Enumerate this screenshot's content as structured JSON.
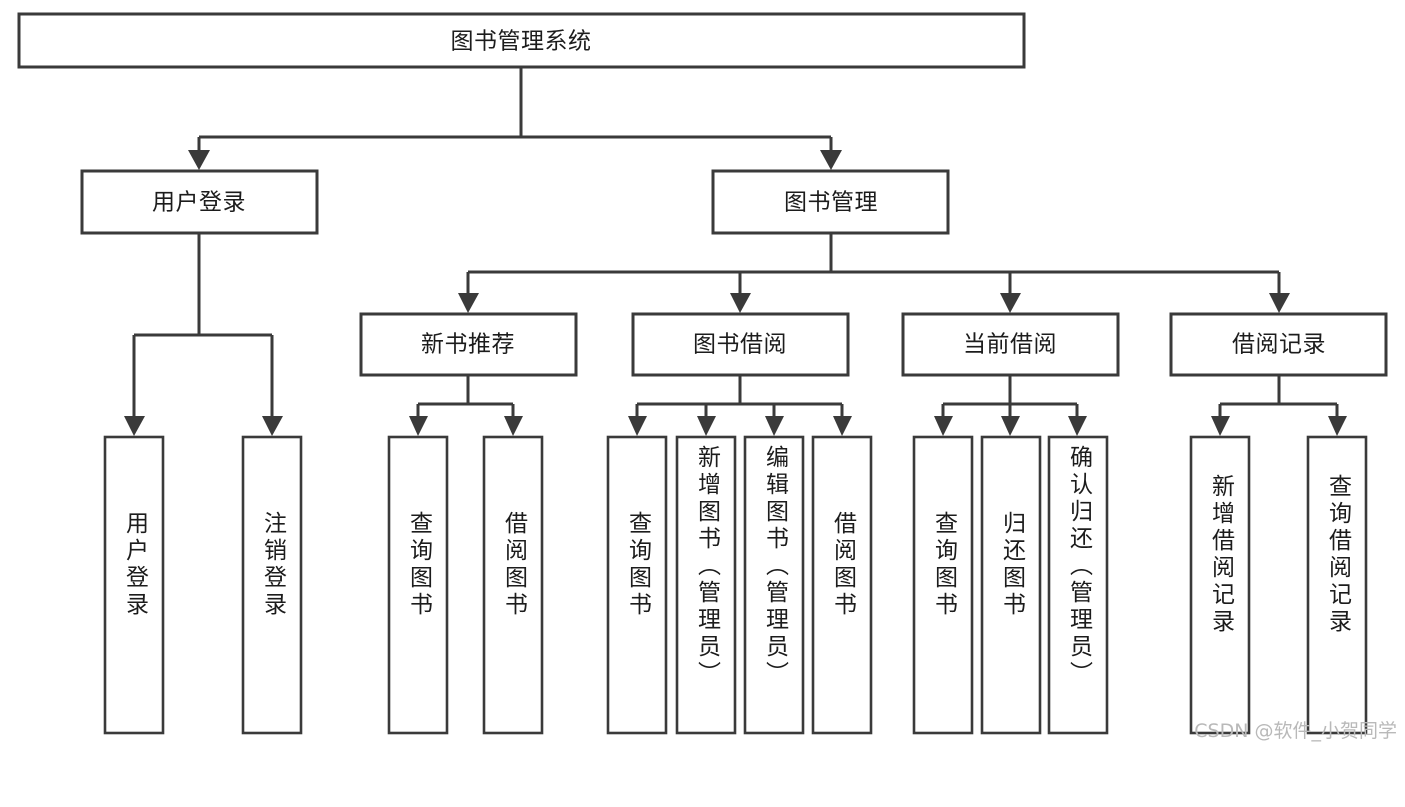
{
  "diagram": {
    "type": "tree",
    "title": "图书管理系统",
    "watermark": "CSDN @软件_小贺同学",
    "nodes": {
      "root": {
        "label": "图书管理系统",
        "level": 1
      },
      "l2": [
        {
          "id": "user-login",
          "label": "用户登录"
        },
        {
          "id": "book-manage",
          "label": "图书管理"
        }
      ],
      "l3": [
        {
          "id": "new-book-rec",
          "label": "新书推荐",
          "parent": "book-manage"
        },
        {
          "id": "book-borrow",
          "label": "图书借阅",
          "parent": "book-manage"
        },
        {
          "id": "current-borrow",
          "label": "当前借阅",
          "parent": "book-manage"
        },
        {
          "id": "borrow-record",
          "label": "借阅记录",
          "parent": "book-manage"
        }
      ],
      "leaves": [
        {
          "id": "leaf-user-login",
          "label": "用户登录",
          "parent": "user-login"
        },
        {
          "id": "leaf-user-logout",
          "label": "注销登录",
          "parent": "user-login"
        },
        {
          "id": "leaf-query-book-1",
          "label": "查询图书",
          "parent": "new-book-rec"
        },
        {
          "id": "leaf-borrow-book-1",
          "label": "借阅图书",
          "parent": "new-book-rec"
        },
        {
          "id": "leaf-query-book-2",
          "label": "查询图书",
          "parent": "book-borrow"
        },
        {
          "id": "leaf-add-book",
          "label": "新增图书（管理员）",
          "parent": "book-borrow"
        },
        {
          "id": "leaf-edit-book",
          "label": "编辑图书（管理员）",
          "parent": "book-borrow"
        },
        {
          "id": "leaf-borrow-book-2",
          "label": "借阅图书",
          "parent": "book-borrow"
        },
        {
          "id": "leaf-query-book-3",
          "label": "查询图书",
          "parent": "current-borrow"
        },
        {
          "id": "leaf-return-book",
          "label": "归还图书",
          "parent": "current-borrow"
        },
        {
          "id": "leaf-confirm-return",
          "label": "确认归还（管理员）",
          "parent": "current-borrow"
        },
        {
          "id": "leaf-add-record",
          "label": "新增借阅记录",
          "parent": "borrow-record"
        },
        {
          "id": "leaf-query-record",
          "label": "查询借阅记录",
          "parent": "borrow-record"
        }
      ]
    },
    "colors": {
      "stroke": "#3a3a3a",
      "fill": "#ffffff",
      "text": "#1c1c1c",
      "watermark": "#b9b9b9"
    }
  }
}
